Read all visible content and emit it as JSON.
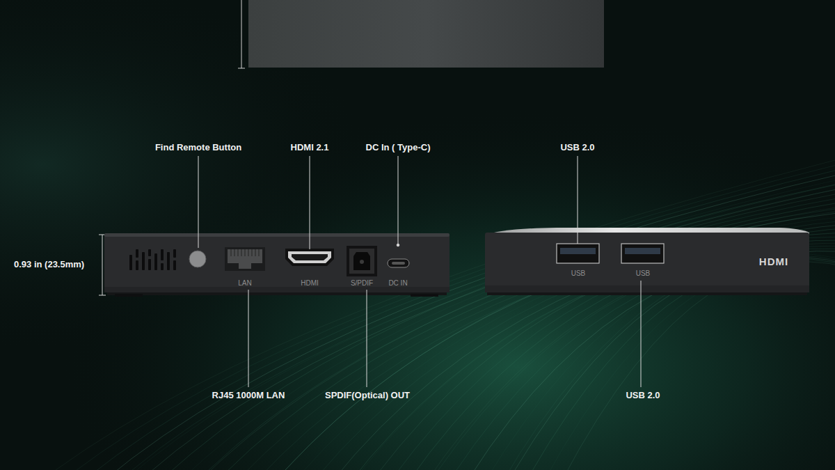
{
  "diagram": {
    "labels": [
      "Find Remote Button",
      "HDMI 2.1",
      "DC In ( Type-C)",
      "USB 2.0",
      "0.93 in (23.5mm)",
      "LAN",
      "HDMI",
      "S/PDIF",
      "DC IN",
      "USB",
      "USB",
      "HDMI",
      "RJ45 1000M LAN",
      "SPDIF(Optical) OUT",
      "USB 2.0"
    ]
  }
}
